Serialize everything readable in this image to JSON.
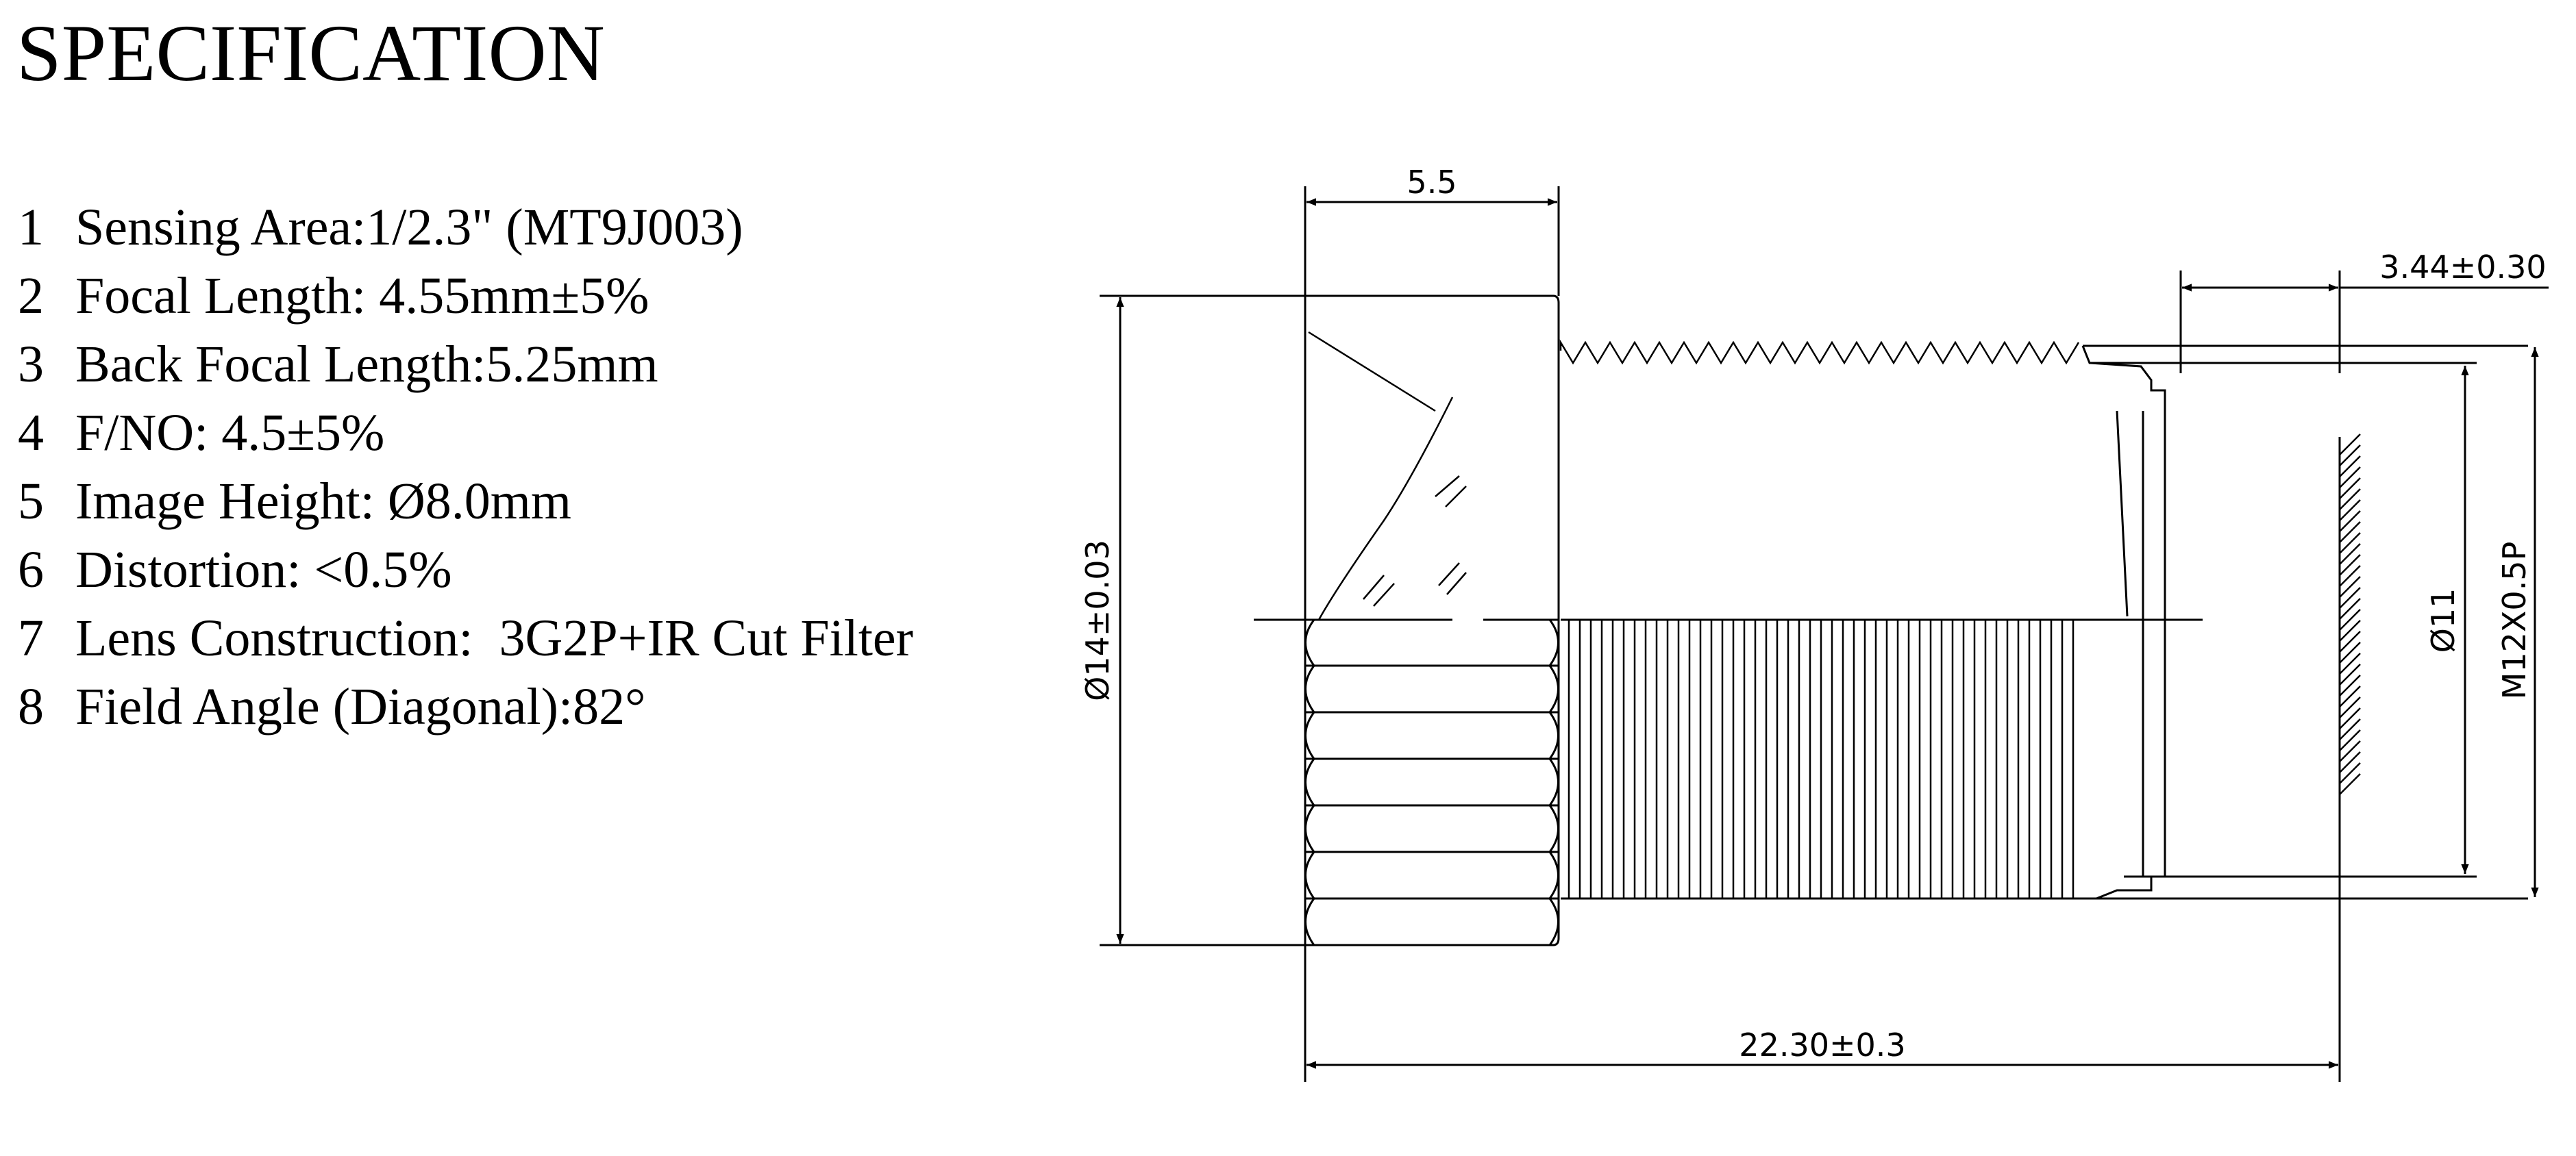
{
  "title": "SPECIFICATION",
  "specs": [
    {
      "num": "1",
      "text": "Sensing Area:1/2.3\" (MT9J003)"
    },
    {
      "num": "2",
      "text": "Focal Length: 4.55mm±5%"
    },
    {
      "num": "3",
      "text": "Back Focal Length:5.25mm"
    },
    {
      "num": "4",
      "text": "F/NO: 4.5±5%"
    },
    {
      "num": "5",
      "text": "Image Height: Ø8.0mm"
    },
    {
      "num": "6",
      "text": "Distortion: <0.5%"
    },
    {
      "num": "7",
      "text": "Lens Construction:  3G2P+IR Cut Filter"
    },
    {
      "num": "8",
      "text": "Field Angle (Diagonal):82°"
    }
  ],
  "drawing": {
    "dimensions": {
      "head_width": "5.5",
      "back_offset": "3.44±0.30",
      "head_diameter": "Ø14±0.03",
      "inner_diameter": "Ø11",
      "thread": "M12X0.5P",
      "total_length": "22.30±0.3"
    },
    "line_color": "#000000"
  }
}
